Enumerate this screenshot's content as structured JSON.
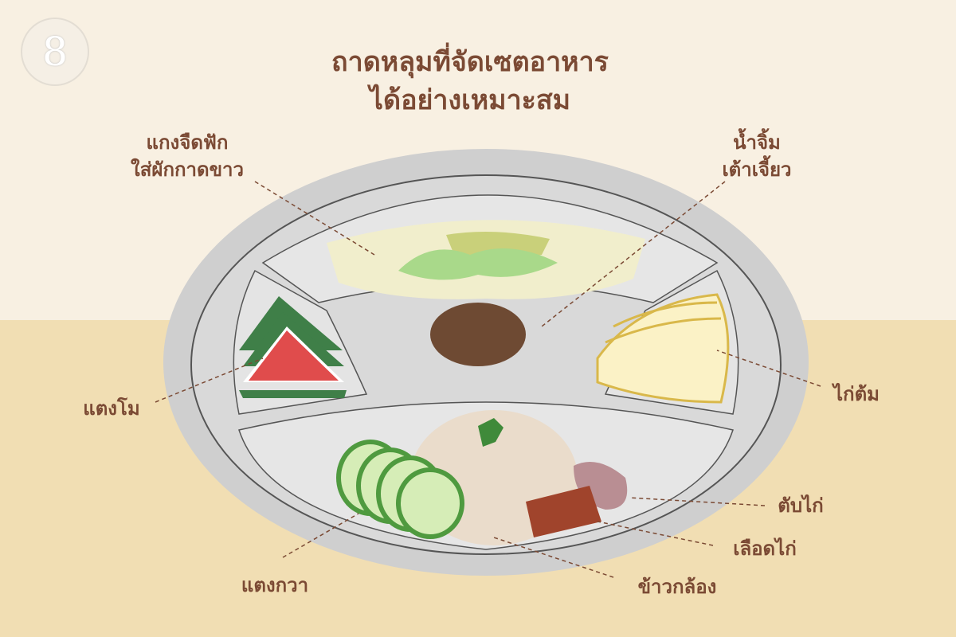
{
  "title": {
    "line1": "ถาดหลุมที่จัดเซตอาหาร",
    "line2": "ได้อย่างเหมาะสม"
  },
  "logo": {
    "text": "8"
  },
  "labels": {
    "soup_line1": "แกงจืดฟัก",
    "soup_line2": "ใส่ผักกาดขาว",
    "sauce_line1": "น้ำจิ้ม",
    "sauce_line2": "เต้าเจี้ยว",
    "watermelon": "แตงโม",
    "boiled_chicken": "ไก่ต้ม",
    "chicken_liver": "ตับไก่",
    "chicken_blood": "เลือดไก่",
    "brown_rice": "ข้าวกล้อง",
    "cucumber": "แตงกวา"
  },
  "colors": {
    "text": "#7b4a34",
    "bg_top": "#f8f0e2",
    "bg_bottom": "#f1deb3",
    "tray": "#c9c9c9"
  }
}
